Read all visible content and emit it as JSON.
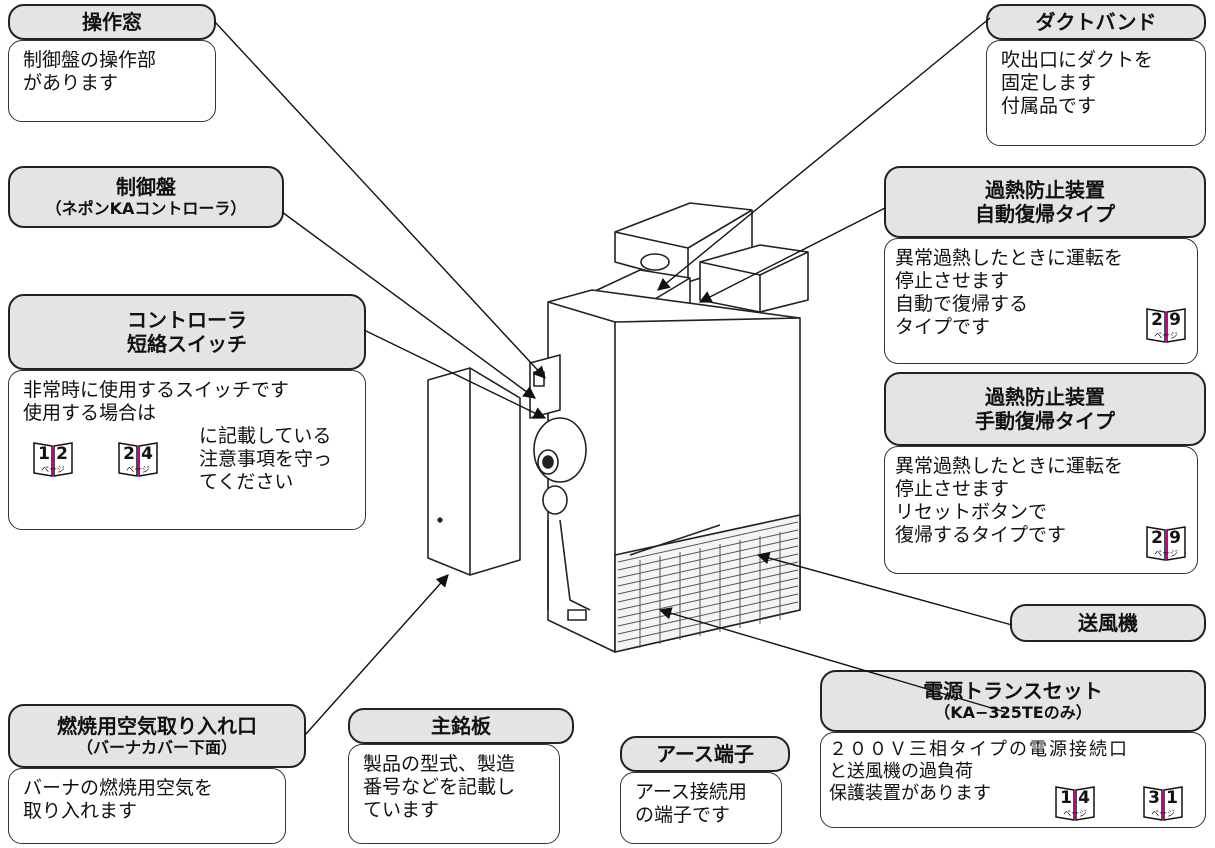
{
  "callouts": {
    "operation_window": {
      "title": "操作窓",
      "lines": [
        "制御盤の操作部",
        "があります"
      ]
    },
    "control_panel": {
      "title": "制御盤",
      "subtitle": "（ネポンKAコントローラ）"
    },
    "controller_short_switch": {
      "title": "コントローラ",
      "subtitle": "短絡スイッチ",
      "lines": [
        "非常時に使用するスイッチです",
        "使用する場合は"
      ],
      "side_lines": [
        "に記載している",
        "注意事項を守っ",
        "てください"
      ],
      "page_refs": [
        [
          "1",
          "2"
        ],
        [
          "2",
          "4"
        ]
      ]
    },
    "combustion_air_inlet": {
      "title": "燃焼用空気取り入れ口",
      "subtitle": "（バーナカバー下面）",
      "lines": [
        "バーナの燃焼用空気を",
        "取り入れます"
      ]
    },
    "nameplate": {
      "title": "主銘板",
      "lines": [
        "製品の型式、製造",
        "番号などを記載し",
        "ています"
      ]
    },
    "earth_terminal": {
      "title": "アース端子",
      "lines": [
        "アース接続用",
        "の端子です"
      ]
    },
    "duct_band": {
      "title": "ダクトバンド",
      "lines": [
        "吹出口にダクトを",
        "固定します",
        "付属品です"
      ]
    },
    "overheat_auto": {
      "title": "過熱防止装置",
      "subtitle": "自動復帰タイプ",
      "lines": [
        "異常過熱したときに運転を",
        "停止させます",
        "自動で復帰する",
        "タイプです"
      ],
      "page_ref": [
        "2",
        "9"
      ]
    },
    "overheat_manual": {
      "title": "過熱防止装置",
      "subtitle": "手動復帰タイプ",
      "lines": [
        "異常過熱したときに運転を",
        "停止させます",
        "リセットボタンで",
        "復帰するタイプです"
      ],
      "page_ref": [
        "2",
        "9"
      ]
    },
    "blower": {
      "title": "送風機"
    },
    "power_transformer": {
      "title": "電源トランスセット",
      "subtitle": "（KA−325TEのみ）",
      "lines": [
        "２００Ｖ三相タイプの電源接続口",
        "と送風機の過負荷",
        "保護装置があります"
      ],
      "page_refs": [
        [
          "1",
          "4"
        ],
        [
          "3",
          "1"
        ]
      ]
    }
  },
  "page_label": "ページ"
}
